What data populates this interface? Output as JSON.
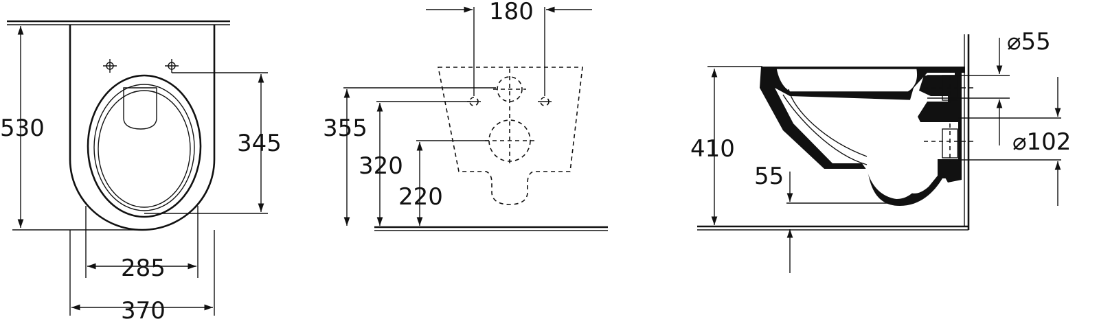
{
  "top_view": {
    "width_total": "370",
    "width_inner": "285",
    "length_total": "530",
    "length_inner": "345"
  },
  "rear_view": {
    "hole_spacing": "180",
    "height_355": "355",
    "height_320": "320",
    "height_220": "220"
  },
  "side_view": {
    "height_410": "410",
    "offset_55": "55",
    "diameter_55": "⌀55",
    "diameter_102": "⌀102"
  }
}
